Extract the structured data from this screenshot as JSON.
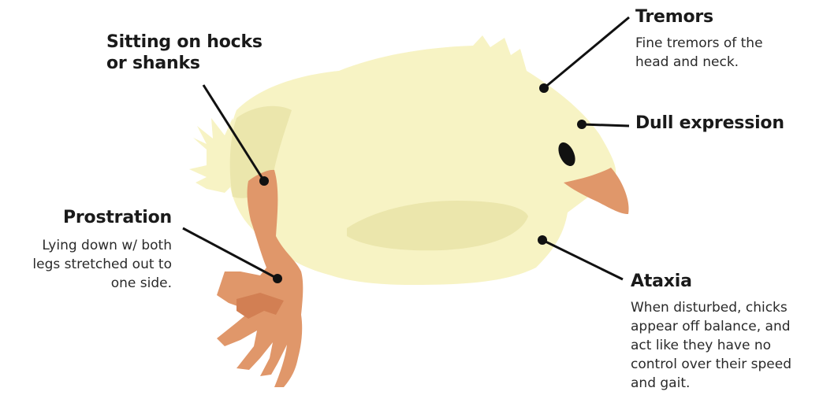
{
  "labels": {
    "tremors": {
      "title": "Tremors",
      "desc": "Fine tremors of the\nhead and neck."
    },
    "hocks": {
      "title": "Sitting on hocks\nor shanks"
    },
    "dull": {
      "title": "Dull expression"
    },
    "prostration": {
      "title": "Prostration",
      "desc": "Lying down w/ both\nlegs stretched out to\none side."
    },
    "ataxia": {
      "title": "Ataxia",
      "desc": "When disturbed, chicks\nappear off balance, and\nact like they have no\ncontrol over their speed\nand gait."
    }
  },
  "colors": {
    "body": "#f7f3c4",
    "shade": "#ebe6ac",
    "leg": "#e0976a",
    "leg_shade": "#d27f53",
    "eye": "#111111",
    "leader": "#111111"
  }
}
